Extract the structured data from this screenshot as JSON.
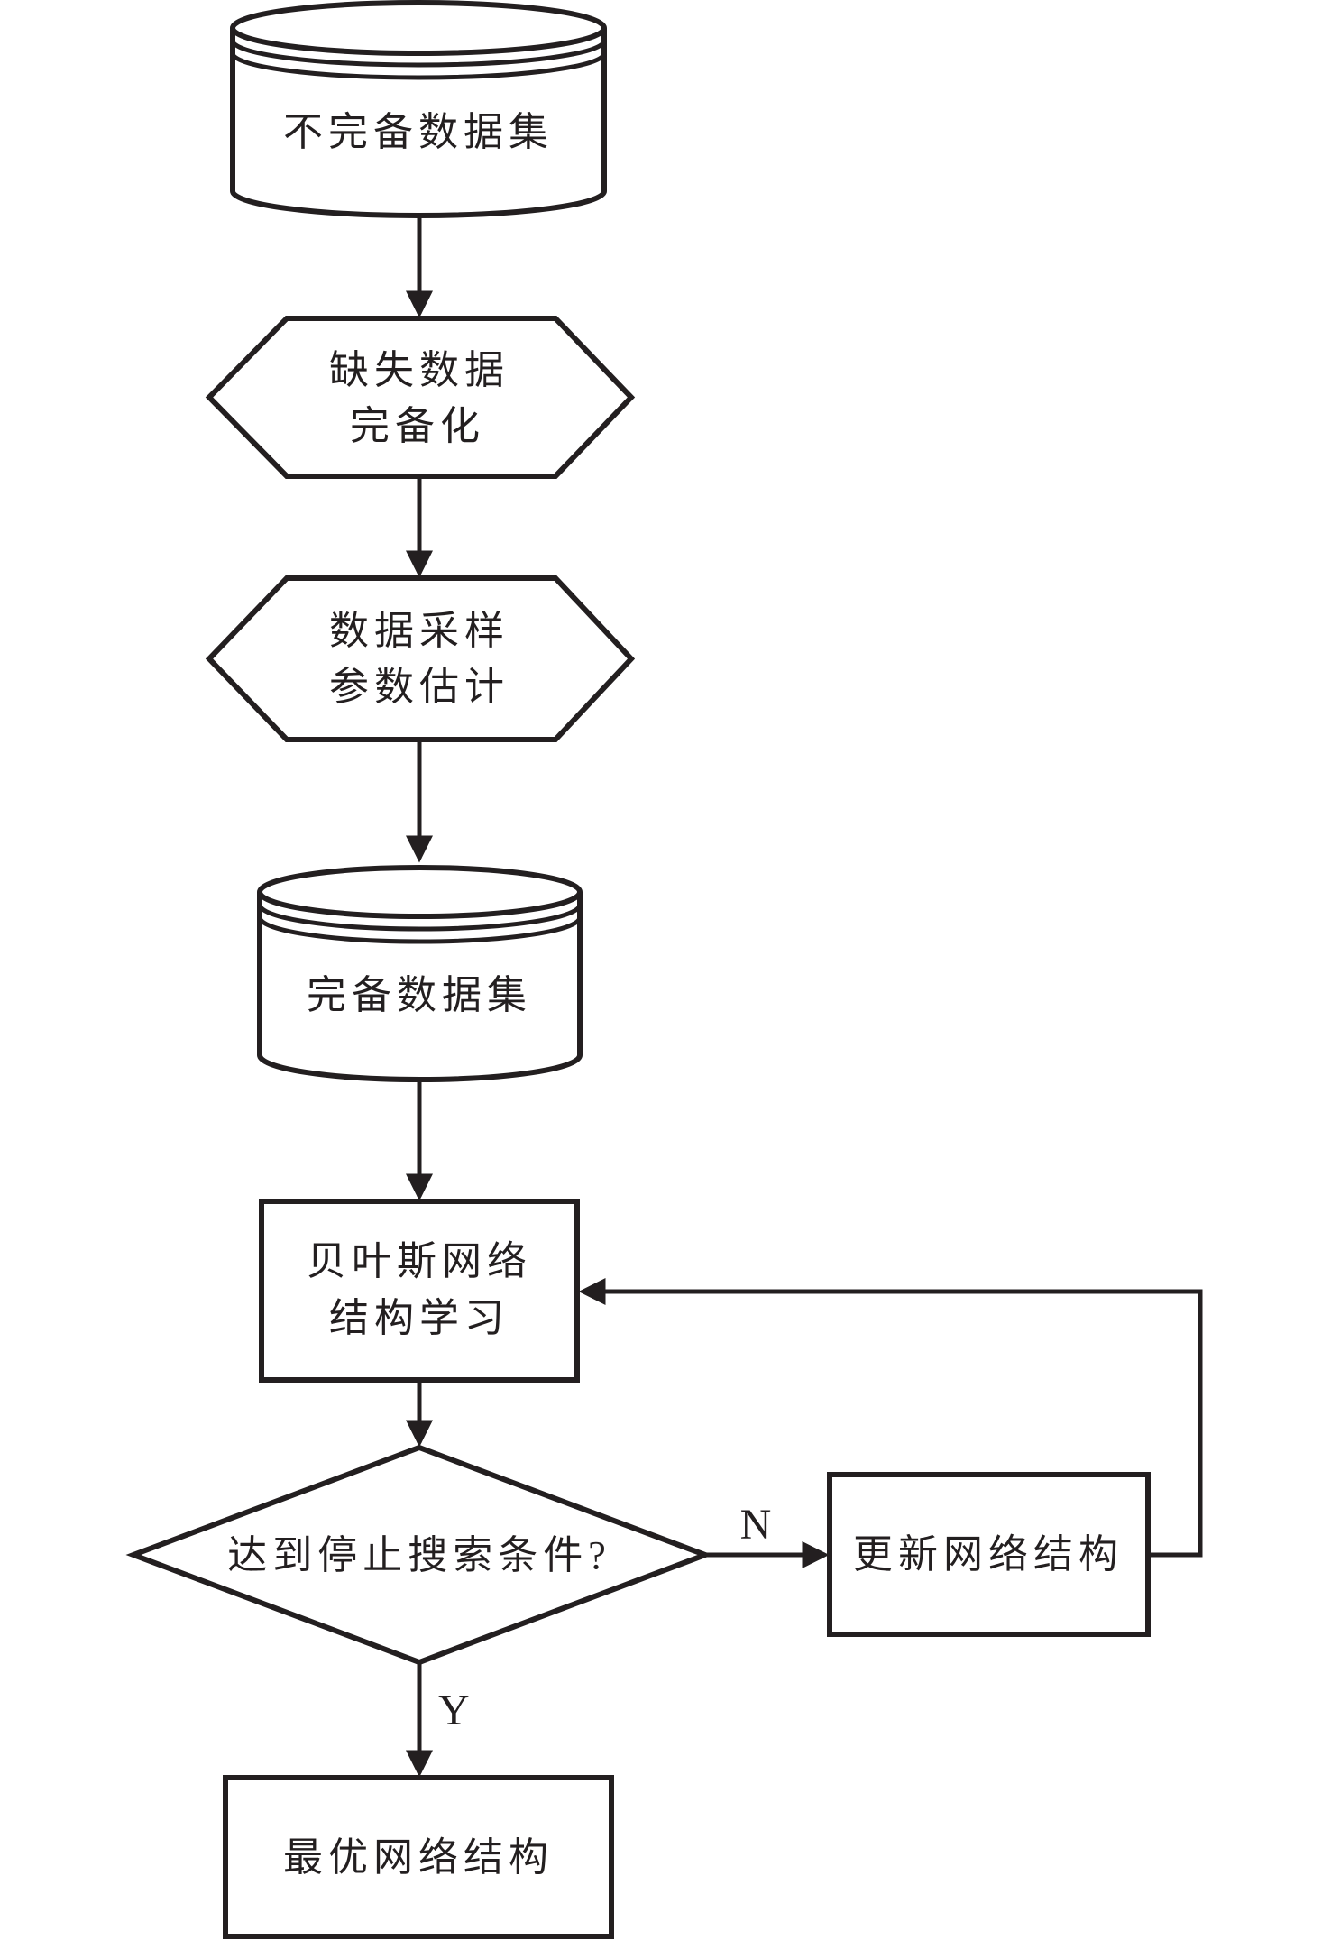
{
  "figure": {
    "title": "Bayesian network structure learning flowchart",
    "background": "#ffffff",
    "stroke_color": "#231f20",
    "nodes": {
      "incomplete_dataset": {
        "shape": "cylinder",
        "lines": [
          "不完备数据集"
        ]
      },
      "missing_data_completion": {
        "shape": "hexagon",
        "lines": [
          "缺失数据",
          "完备化"
        ]
      },
      "data_sampling_param_est": {
        "shape": "hexagon",
        "lines": [
          "数据采样",
          "参数估计"
        ]
      },
      "complete_dataset": {
        "shape": "cylinder",
        "lines": [
          "完备数据集"
        ]
      },
      "bayesian_structure_learning": {
        "shape": "rectangle",
        "lines": [
          "贝叶斯网络",
          "结构学习"
        ]
      },
      "stop_search_condition": {
        "shape": "diamond",
        "lines": [
          "达到停止搜索条件?"
        ]
      },
      "update_network_structure": {
        "shape": "rectangle",
        "lines": [
          "更新网络结构"
        ]
      },
      "optimal_network_structure": {
        "shape": "rectangle",
        "lines": [
          "最优网络结构"
        ]
      }
    },
    "edge_labels": {
      "yes": "Y",
      "no": "N"
    },
    "edges": [
      {
        "from": "incomplete_dataset",
        "to": "missing_data_completion",
        "label": ""
      },
      {
        "from": "missing_data_completion",
        "to": "data_sampling_param_est",
        "label": ""
      },
      {
        "from": "data_sampling_param_est",
        "to": "complete_dataset",
        "label": ""
      },
      {
        "from": "complete_dataset",
        "to": "bayesian_structure_learning",
        "label": ""
      },
      {
        "from": "bayesian_structure_learning",
        "to": "stop_search_condition",
        "label": ""
      },
      {
        "from": "stop_search_condition",
        "to": "update_network_structure",
        "label": "N"
      },
      {
        "from": "update_network_structure",
        "to": "bayesian_structure_learning",
        "label": ""
      },
      {
        "from": "stop_search_condition",
        "to": "optimal_network_structure",
        "label": "Y"
      }
    ]
  }
}
